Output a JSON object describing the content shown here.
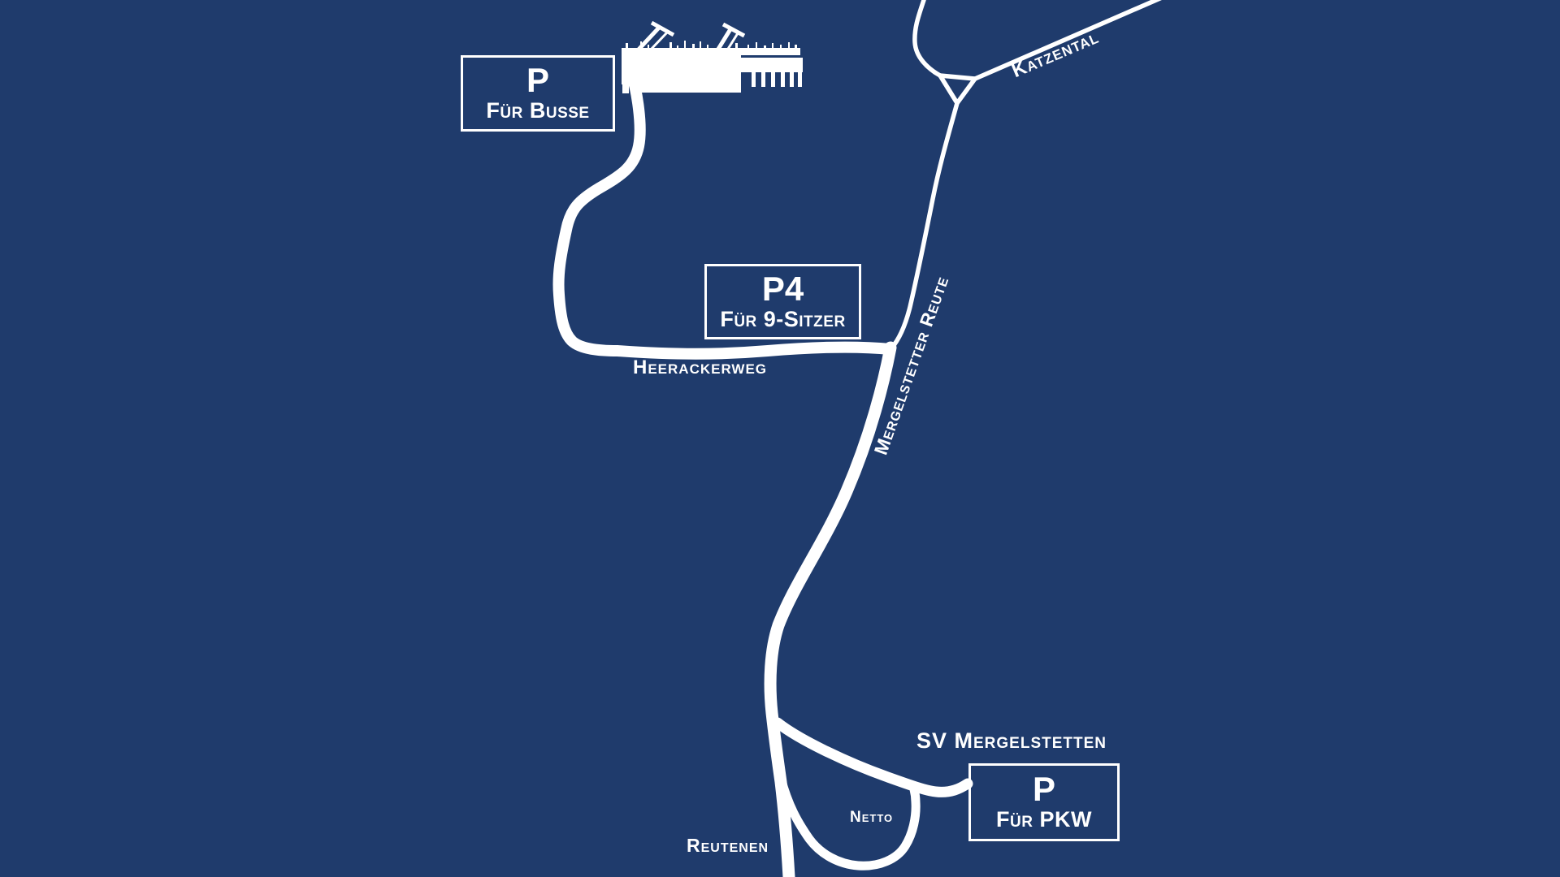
{
  "map": {
    "colors": {
      "background": "#1f3b6c",
      "road": "#ffffff",
      "text": "#ffffff"
    },
    "parking_signs": [
      {
        "id": "busse",
        "symbol": "P",
        "caption": "Für Busse"
      },
      {
        "id": "9sitzer",
        "symbol": "P4",
        "caption": "Für 9-Sitzer"
      },
      {
        "id": "pkw",
        "symbol": "P",
        "caption": "Für PKW"
      }
    ],
    "street_labels": {
      "katzental": "Katzental",
      "mergelstetter_reute": "Mergelstetter Reute",
      "heerackerweg": "Heerackerweg",
      "reutenen": "Reutenen"
    },
    "poi_labels": {
      "sv_mergelstetten": "SV Mergelstetten",
      "netto": "Netto"
    },
    "icons": {
      "stadium": "stadium-icon"
    }
  }
}
